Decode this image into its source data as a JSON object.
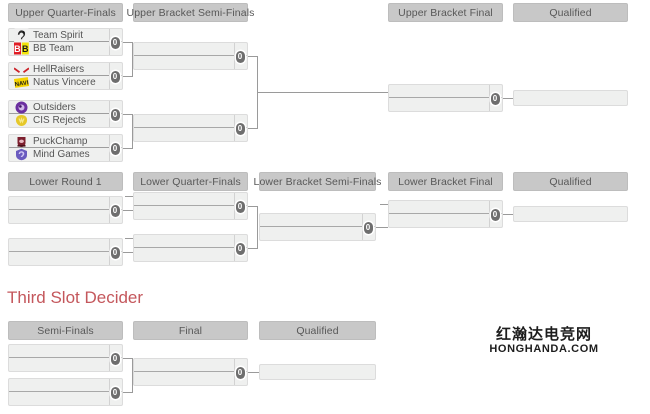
{
  "page": {
    "background": "#ffffff",
    "accent_red": "#c4575c",
    "header_bg": "#c8c8c8",
    "match_bg": "#eff0ef",
    "line_color": "#9a9a9a"
  },
  "upper_section": {
    "headers": [
      {
        "label": "Upper Quarter-Finals"
      },
      {
        "label": "Upper Bracket Semi-Finals"
      },
      {
        "label": "Upper Bracket Final"
      },
      {
        "label": "Qualified"
      }
    ],
    "quarter_finals": [
      {
        "score_marker": "0",
        "teams": [
          {
            "name": "Team Spirit",
            "logo": "team-spirit-logo",
            "logo_colors": [
              "#1b1b1b",
              "#3a3a3a"
            ]
          },
          {
            "name": "BB Team",
            "logo": "bb-team-logo",
            "logo_colors": [
              "#e01b24",
              "#f2e40a"
            ]
          }
        ]
      },
      {
        "score_marker": "0",
        "teams": [
          {
            "name": "HellRaisers",
            "logo": "hellraisers-logo",
            "logo_colors": [
              "#cc2127",
              "#ffffff"
            ]
          },
          {
            "name": "Natus Vincere",
            "logo": "natus-vincere-logo",
            "logo_colors": [
              "#f5d300",
              "#111111"
            ]
          }
        ]
      },
      {
        "score_marker": "0",
        "teams": [
          {
            "name": "Outsiders",
            "logo": "outsiders-logo",
            "logo_colors": [
              "#6b2fa0",
              "#d0b6e8"
            ]
          },
          {
            "name": "CIS Rejects",
            "logo": "cis-rejects-logo",
            "logo_colors": [
              "#e6c829",
              "#f7e98a"
            ]
          }
        ]
      },
      {
        "score_marker": "0",
        "teams": [
          {
            "name": "PuckChamp",
            "logo": "puckchamp-logo",
            "logo_colors": [
              "#7c1f2e",
              "#e8b9c2"
            ]
          },
          {
            "name": "Mind Games",
            "logo": "mind-games-logo",
            "logo_colors": [
              "#6a5bbf",
              "#bcb2e8"
            ]
          }
        ]
      }
    ],
    "semi_finals": [
      {
        "score_marker": "0",
        "teams": [
          {
            "name": ""
          },
          {
            "name": ""
          }
        ]
      },
      {
        "score_marker": "0",
        "teams": [
          {
            "name": ""
          },
          {
            "name": ""
          }
        ]
      }
    ],
    "final": {
      "score_marker": "0",
      "teams": [
        {
          "name": ""
        },
        {
          "name": ""
        }
      ]
    },
    "qualified": {
      "name": ""
    }
  },
  "lower_section": {
    "headers": [
      {
        "label": "Lower Round 1"
      },
      {
        "label": "Lower Quarter-Finals"
      },
      {
        "label": "Lower Bracket Semi-Finals"
      },
      {
        "label": "Lower Bracket Final"
      },
      {
        "label": "Qualified"
      }
    ],
    "round1": [
      {
        "score_marker": "0",
        "teams": [
          {
            "name": ""
          },
          {
            "name": ""
          }
        ]
      },
      {
        "score_marker": "0",
        "teams": [
          {
            "name": ""
          },
          {
            "name": ""
          }
        ]
      }
    ],
    "quarter_finals": [
      {
        "score_marker": "0",
        "teams": [
          {
            "name": ""
          },
          {
            "name": ""
          }
        ]
      },
      {
        "score_marker": "0",
        "teams": [
          {
            "name": ""
          },
          {
            "name": ""
          }
        ]
      }
    ],
    "semi_finals": [
      {
        "score_marker": "0",
        "teams": [
          {
            "name": ""
          },
          {
            "name": ""
          }
        ]
      }
    ],
    "final": {
      "score_marker": "0",
      "teams": [
        {
          "name": ""
        },
        {
          "name": ""
        }
      ]
    },
    "qualified": {
      "name": ""
    }
  },
  "third_slot_section": {
    "title": "Third Slot Decider",
    "headers": [
      {
        "label": "Semi-Finals"
      },
      {
        "label": "Final"
      },
      {
        "label": "Qualified"
      }
    ],
    "semi_finals": [
      {
        "score_marker": "0",
        "teams": [
          {
            "name": ""
          },
          {
            "name": ""
          }
        ]
      },
      {
        "score_marker": "0",
        "teams": [
          {
            "name": ""
          },
          {
            "name": ""
          }
        ]
      }
    ],
    "final": {
      "score_marker": "0",
      "teams": [
        {
          "name": ""
        },
        {
          "name": ""
        }
      ]
    },
    "qualified": {
      "name": ""
    }
  },
  "watermark": {
    "chinese": "红瀚达电竞网",
    "latin": "HONGHANDA.COM"
  }
}
